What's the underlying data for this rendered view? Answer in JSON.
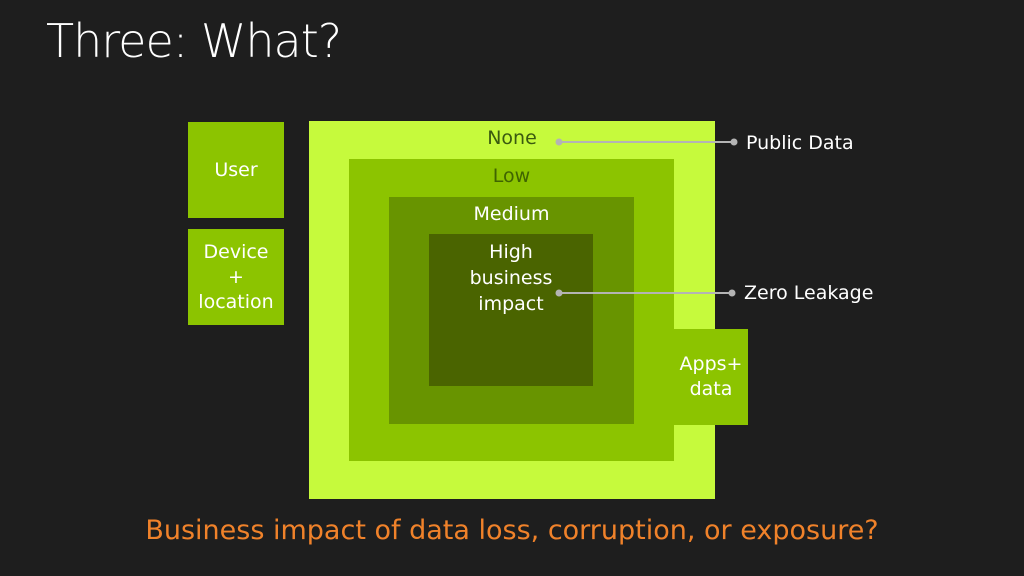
{
  "slide": {
    "title": "Three: What?",
    "footer": "Business impact of data loss, corruption, or exposure?"
  },
  "side_boxes": {
    "user": "User",
    "device": [
      "Device",
      "+",
      "location"
    ]
  },
  "levels": {
    "none": "None",
    "low": "Low",
    "medium": "Medium",
    "high": [
      "High",
      "business",
      "impact"
    ]
  },
  "apps": [
    "Apps+",
    "data"
  ],
  "callouts": {
    "public": "Public Data",
    "zero": "Zero Leakage"
  },
  "colors": {
    "background": "#1e1e1e",
    "none_level": "#c6fa3c",
    "low_level": "#8cc400",
    "medium_level": "#689400",
    "high_level": "#4a6400",
    "footer_text": "#f0822a",
    "connector": "#b4b4b4"
  }
}
